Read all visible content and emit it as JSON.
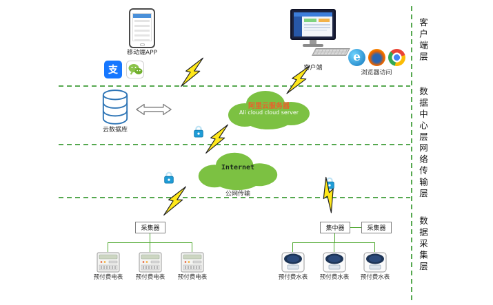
{
  "layers": [
    "客户端层",
    "数据中心层",
    "网络传输层",
    "数据采集层"
  ],
  "client_layer": {
    "mobile_app_label": "移动端APP",
    "alipay_glyph": "支",
    "client_label": "客户端",
    "browser_label": "浏览器访问",
    "ie_glyph": "e"
  },
  "datacenter_layer": {
    "cloud_db_label": "云数据库",
    "ali_cloud_title": "阿里云服务器",
    "ali_cloud_subtitle": "Ali cloud  cloud server"
  },
  "network_layer": {
    "internet_label": "Internet",
    "public_network_label": "公网传输"
  },
  "collection_layer": {
    "collector_left_label": "采集器",
    "concentrator_label": "集中器",
    "collector_right_label": "采集器",
    "electric_meter_labels": [
      "预付费电表",
      "预付费电表",
      "预付费电表"
    ],
    "water_meter_labels": [
      "预付费水表",
      "预付费水表",
      "预付费水表"
    ]
  },
  "icons": {
    "mobile-phone-icon": "css-phone-shape",
    "alipay-icon": "blue-square-支",
    "wechat-icon": "green-chat-bubbles",
    "desktop-client-icon": "monitor-with-keyboard",
    "ie-browser-icon": "blue-circle-e",
    "firefox-browser-icon": "orange-circle",
    "chrome-browser-icon": "tricolor-circle",
    "cloud-database-icon": "svg-cylinder-stack",
    "sync-arrow-icon": "hollow-double-arrow",
    "cloud-icon": "green-cloud-blob",
    "lock-icon": "blue-padlock",
    "lightning-bolt-icon": "yellow-bolt",
    "electric-meter-icon": "meter-device",
    "water-meter-icon": "meter-device-dark-lid"
  },
  "colors": {
    "cloud_green": "#7CC142",
    "dashed_line_green": "#55A84F",
    "connector_green": "#4EA72E",
    "bolt_yellow": "#FFE81A",
    "lock_blue": "#1E9CD7",
    "ali_title_orange": "#E8612C",
    "alipay_blue": "#1677FF",
    "wechat_green": "#8BC34A",
    "db_outline_blue": "#2E75B6"
  }
}
